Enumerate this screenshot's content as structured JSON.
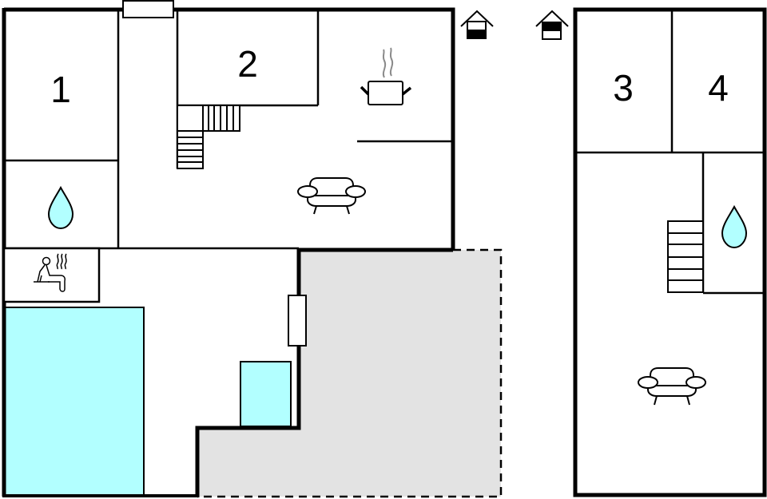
{
  "floorplan": {
    "colors": {
      "wall": "#000000",
      "background": "#ffffff",
      "water": "#b2ffff",
      "terrace": "#e3e3e3",
      "steam": "#8a8a8a"
    },
    "ground_floor": {
      "rooms": [
        {
          "id": "bedroom-1",
          "label": "1"
        },
        {
          "id": "bedroom-2",
          "label": "2"
        }
      ],
      "icons": [
        "bathroom-icon",
        "kitchen-icon",
        "living-room-icon",
        "sauna-icon"
      ],
      "features": [
        "staircase",
        "pool",
        "whirlpool",
        "terrace",
        "window",
        "door"
      ]
    },
    "upper_floor": {
      "rooms": [
        {
          "id": "bedroom-3",
          "label": "3"
        },
        {
          "id": "bedroom-4",
          "label": "4"
        }
      ],
      "icons": [
        "bathroom-icon",
        "living-room-icon"
      ],
      "features": [
        "staircase"
      ]
    },
    "legend": {
      "ground_floor_icon": "ground-floor-house-icon",
      "upper_floor_icon": "upper-floor-house-icon"
    }
  }
}
